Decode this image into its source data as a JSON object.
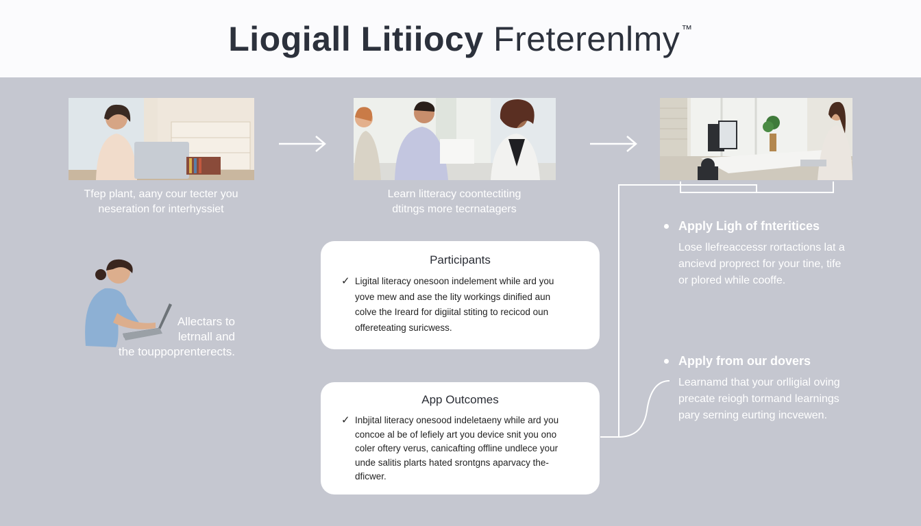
{
  "header": {
    "title_bold": "Liogiall Litiiocy",
    "title_light": "Freterenlmy",
    "trademark": "™"
  },
  "steps": [
    {
      "caption_line1": "Tfep plant, aany cour tecter you",
      "caption_line2": "neseration for interhyssiet"
    },
    {
      "caption_line1": "Learn litteracy coontectiting",
      "caption_line2": "dtitngs more tecrnatagers"
    }
  ],
  "side_person": {
    "caption_line1": "Allectars to",
    "caption_line2": "letrnall and",
    "caption_line3": "the touppoprenterects."
  },
  "cards": [
    {
      "title": "Participants",
      "lines": [
        "Ligital literacy onesoon indelement while ard you",
        "yove mew and ase the lity workings dinified aun",
        "colve the Ireard for digiital stiting to recicod oun",
        "offereteating suricwess."
      ]
    },
    {
      "title": "App Outcomes",
      "lines": [
        "Inbjital literacy onesood indeletaeny while ard you",
        "concoe al be of lefiely art you device snit you ono",
        "coler oftery verus, canicafting offline undlece your",
        "unde salitis plarts hated srontgns aparvacy the-",
        "dficwer."
      ]
    }
  ],
  "bullets": [
    {
      "heading": "Apply Ligh of fnteritices",
      "lines": [
        "Lose llefreaccessr rortactions lat a",
        "ancievd proprect for your tine, tife",
        "or plored while cooffe."
      ]
    },
    {
      "heading": "Apply from our dovers",
      "lines": [
        "Learnamd that your orlligial oving",
        "precate reiogh tormand learnings",
        "pary serning eurting incvewen."
      ]
    }
  ],
  "colors": {
    "background": "#c5c7d0",
    "header_bg": "#fbfbfd",
    "title": "#2c313c",
    "card_bg": "#ffffff",
    "connector": "#ffffff"
  },
  "icons": [
    "arrow-right-icon",
    "checkmark-icon"
  ]
}
